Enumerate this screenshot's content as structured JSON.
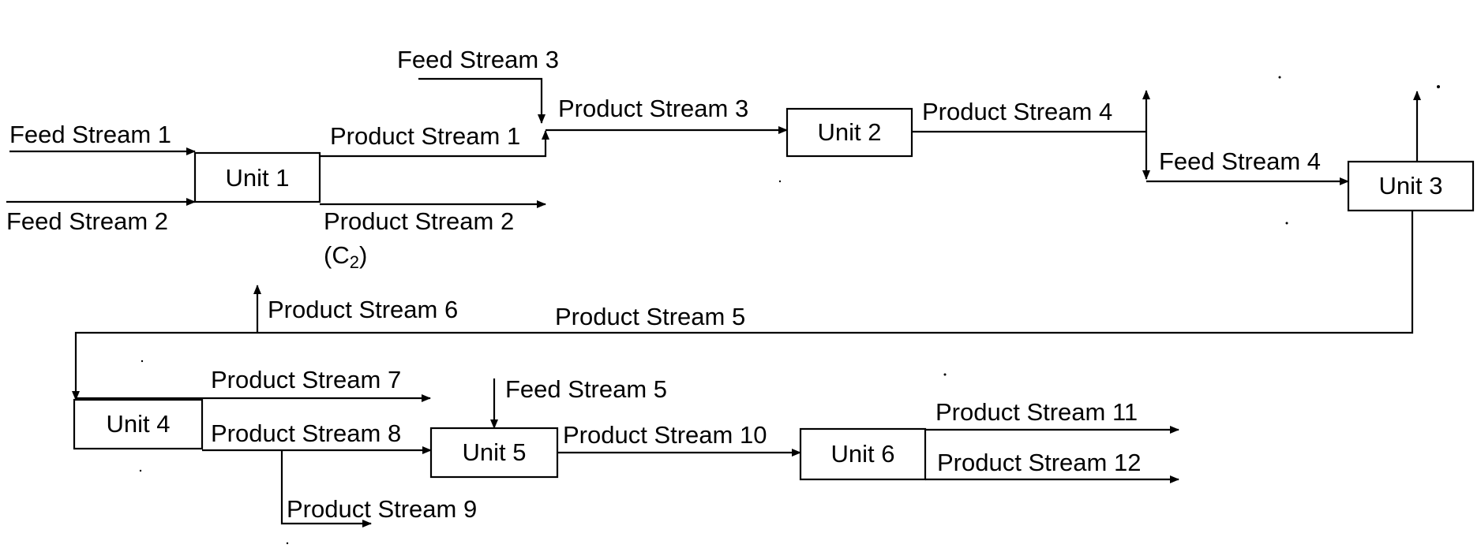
{
  "units": {
    "u1": "Unit 1",
    "u2": "Unit 2",
    "u3": "Unit 3",
    "u4": "Unit 4",
    "u5": "Unit 5",
    "u6": "Unit 6"
  },
  "streams": {
    "feed1": "Feed Stream 1",
    "feed2": "Feed Stream 2",
    "feed3": "Feed Stream 3",
    "feed4": "Feed Stream 4",
    "feed5": "Feed Stream 5",
    "prod1": "Product Stream 1",
    "prod2": "Product Stream 2",
    "prod2_note": "(C",
    "prod2_sub": "2",
    "prod2_close": ")",
    "prod3": "Product Stream 3",
    "prod4": "Product Stream 4",
    "prod5": "Product Stream 5",
    "prod6": "Product Stream 6",
    "prod7": "Product Stream 7",
    "prod8": "Product Stream 8",
    "prod9": "Product Stream 9",
    "prod10": "Product Stream 10",
    "prod11": "Product Stream 11",
    "prod12": "Product Stream 12"
  }
}
